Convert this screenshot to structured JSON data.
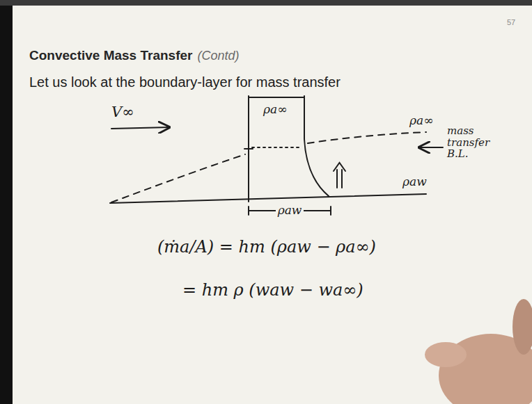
{
  "diagram": {
    "title": "Convective Mass Transfer",
    "labels": [
      "57",
      "(Contd)",
      "Let us look at the boundary-layer for mass transfer",
      "V∞",
      "ρa∞",
      "ρa∞",
      "mass transfer B.L.",
      "ρaw",
      "ρaw",
      "(ṁa/A) = hm (ρaw − ρa∞)",
      "= hm ρ (waw − wa∞)"
    ]
  }
}
